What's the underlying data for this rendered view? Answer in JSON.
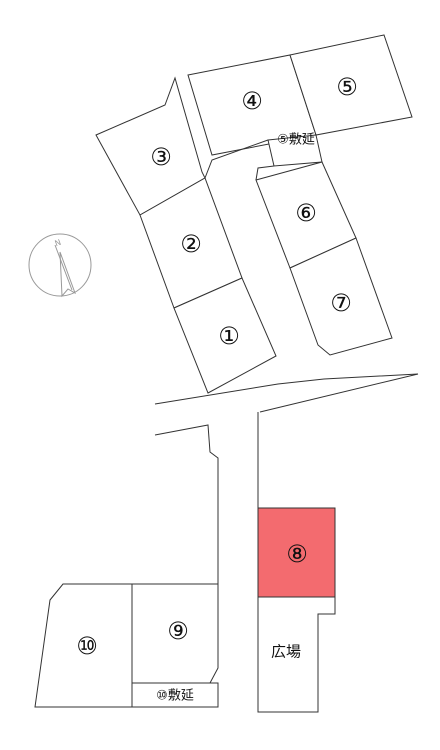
{
  "lots": {
    "lot1": "①",
    "lot2": "②",
    "lot3": "③",
    "lot4": "④",
    "lot5": "⑤",
    "lot6": "⑥",
    "lot7": "⑦",
    "lot8": "⑧",
    "lot9": "⑨",
    "lot10": "⑩"
  },
  "easements": {
    "lot5_easement": "⑤敷延",
    "lot10_easement": "⑩敷延"
  },
  "plaza": "広場",
  "compass": {
    "north": "N",
    "icon": "north-arrow-icon"
  },
  "highlighted_lot": "⑧",
  "highlight_color": "#f36b6f"
}
